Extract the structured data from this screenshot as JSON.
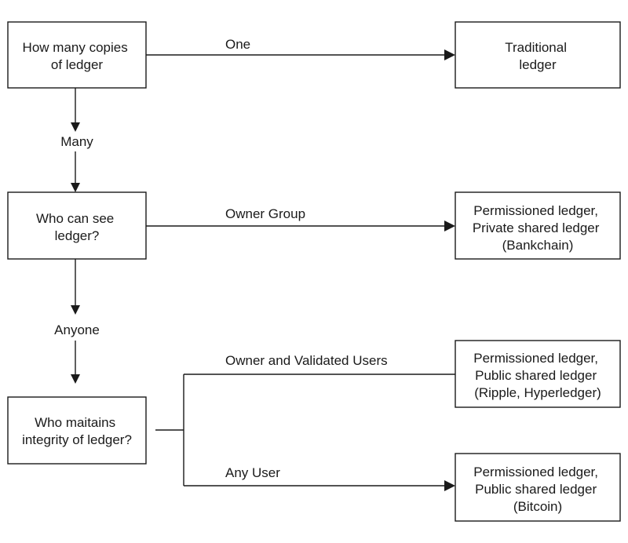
{
  "diagram": {
    "nodes": {
      "copies": {
        "lines": [
          "How many copies",
          "of ledger"
        ]
      },
      "traditional": {
        "lines": [
          "Traditional",
          "ledger"
        ]
      },
      "who_see": {
        "lines": [
          "Who can see",
          "ledger?"
        ]
      },
      "permissioned_private": {
        "lines": [
          "Permissioned ledger,",
          "Private shared ledger",
          "(Bankchain)"
        ]
      },
      "integrity": {
        "lines": [
          "Who maitains",
          "integrity of ledger?"
        ]
      },
      "permissioned_public_ripple": {
        "lines": [
          "Permissioned ledger,",
          "Public shared ledger",
          "(Ripple, Hyperledger)"
        ]
      },
      "permissioned_public_bitcoin": {
        "lines": [
          "Permissioned ledger,",
          "Public shared ledger",
          "(Bitcoin)"
        ]
      }
    },
    "edges": {
      "one": "One",
      "many": "Many",
      "owner_group": "Owner Group",
      "anyone": "Anyone",
      "owner_validated": "Owner and Validated Users",
      "any_user": "Any User"
    }
  }
}
